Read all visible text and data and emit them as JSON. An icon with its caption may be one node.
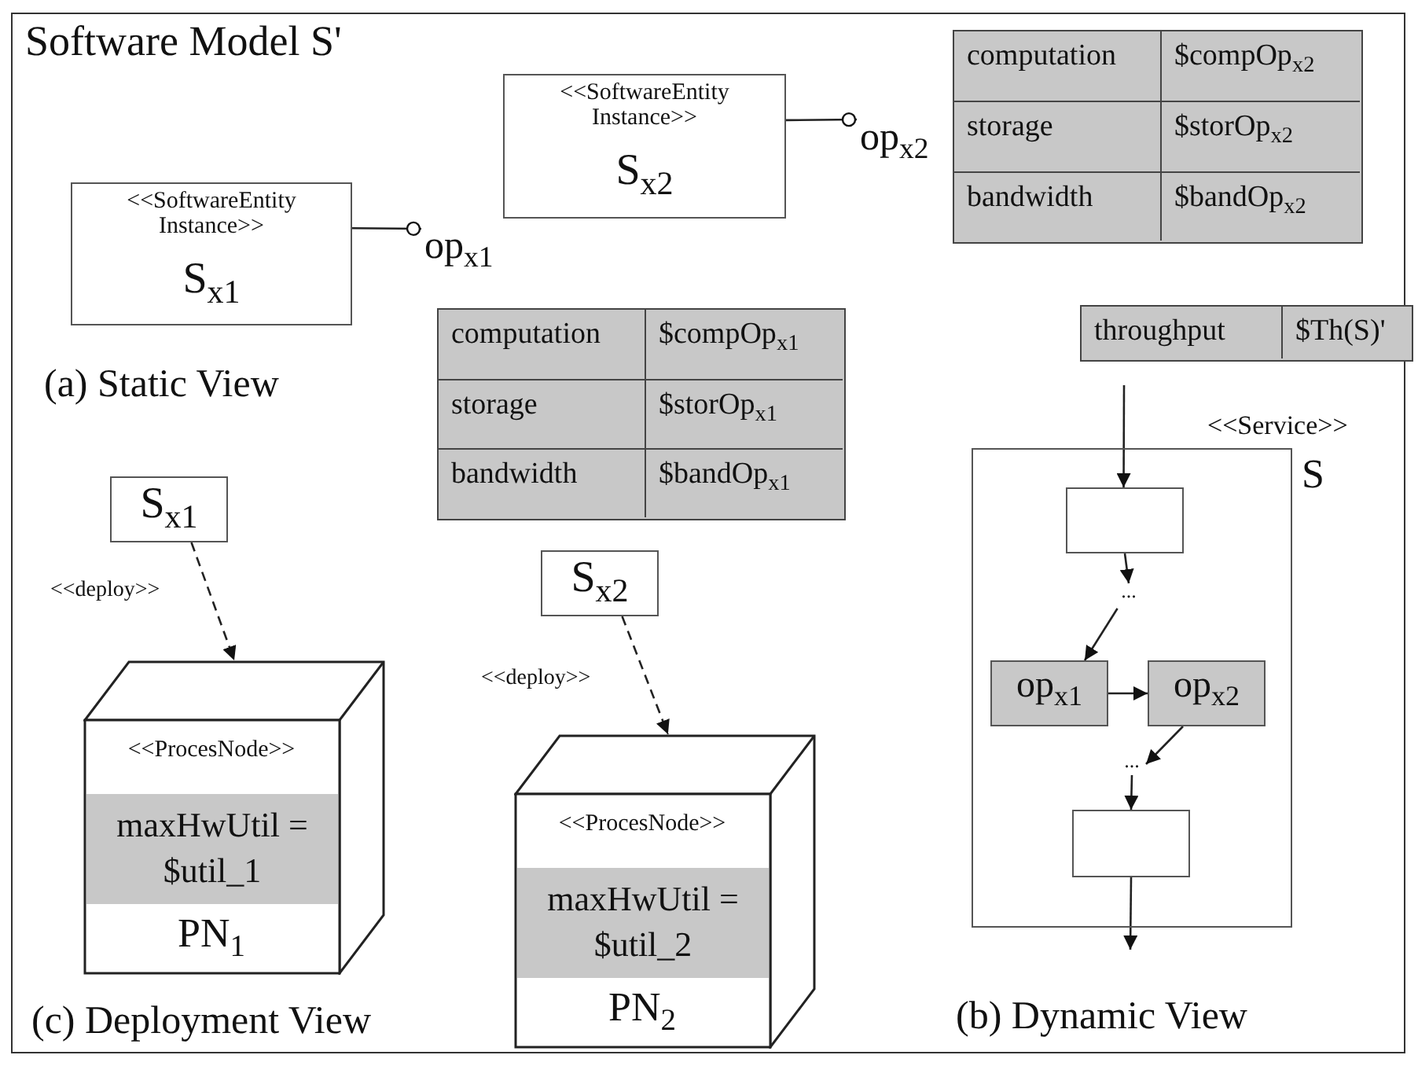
{
  "diagram": {
    "title": "Software Model S'",
    "nodes": [
      {
        "text": [
          "<<SoftwareEntity Instance>>",
          "S$_{x1}$"
        ]
      },
      {
        "text": [
          "op$_{x1}$"
        ]
      },
      {
        "text": [
          "<<SoftwareEntity Instance>>",
          "S$_{x2}$"
        ]
      },
      {
        "text": [
          "op$_{x2}$"
        ]
      },
      {
        "text": [
          "computation",
          "$compOp$_{x2}$",
          "storage",
          "$storOp$_{x2}$",
          "bandwidth",
          "$bandOp$_{x2}$"
        ]
      },
      {
        "text": [
          "computation",
          "$compOp$_{x1}$",
          "storage",
          "$storOp$_{x1}$",
          "bandwidth",
          "$bandOp$_{x1}$"
        ]
      },
      {
        "text": [
          "S$_{x1}$"
        ]
      },
      {
        "text": [
          "<<ProcesNode>>",
          "maxHwUtil = $util_1",
          "PN$_{1}$"
        ]
      },
      {
        "text": [
          "S$_{x2}$"
        ]
      },
      {
        "text": [
          "<<ProcesNode>>",
          "maxHwUtil = $util_2",
          "PN$_{2}$"
        ]
      },
      {
        "text": [
          "throughput",
          "$Th(S)'"
        ]
      },
      {
        "text": [
          "<<Service>>",
          "S"
        ]
      },
      {
        "text": [],
        "shape": "box",
        "in": 11
      },
      {
        "text": [
          "..."
        ],
        "in": 11
      },
      {
        "text": [
          "op$_{x1}$"
        ],
        "in": 11
      },
      {
        "text": [
          "op$_{x2}$"
        ],
        "in": 11
      },
      {
        "text": [
          "..."
        ],
        "in": 11
      },
      {
        "text": [],
        "shape": "box",
        "in": 11
      }
    ],
    "edges": [
      {
        "from": 0,
        "to": 1,
        "arrow": "other"
      },
      {
        "from": 2,
        "to": 3,
        "arrow": "other"
      },
      {
        "from": 6,
        "to": 7,
        "arrow": "to",
        "label": "<<deploy>>",
        "style": "dashed"
      },
      {
        "from": 8,
        "to": 9,
        "arrow": "to",
        "label": "<<deploy>>",
        "style": "dashed"
      },
      {
        "from": null,
        "to": 12,
        "arrow": "to"
      },
      {
        "from": 12,
        "to": 13,
        "arrow": "to"
      },
      {
        "from": 13,
        "to": 14,
        "arrow": "to"
      },
      {
        "from": 14,
        "to": 15,
        "arrow": "to"
      },
      {
        "from": 15,
        "to": 16,
        "arrow": "to"
      },
      {
        "from": 16,
        "to": 17,
        "arrow": "to"
      },
      {
        "from": 17,
        "to": null,
        "arrow": "to"
      }
    ],
    "labels": [
      "(a) Static View",
      "(c) Deployment View",
      "(b) Dynamic View"
    ]
  }
}
